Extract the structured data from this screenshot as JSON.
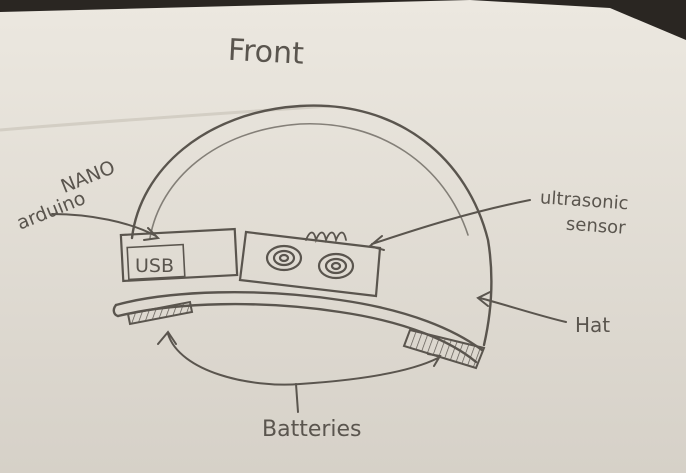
{
  "labels": {
    "title": "Front",
    "arduino": "arduino NANO",
    "usb": "USB",
    "ultrasonic": "ultrasonic sensor",
    "hat": "Hat",
    "batteries": "Batteries"
  },
  "colors": {
    "paper": "#e8e4dc",
    "paper_shadow": "#cfcac1",
    "pencil": "#5a554e",
    "battery_fill": "#8a857d",
    "background": "#2a2622"
  }
}
